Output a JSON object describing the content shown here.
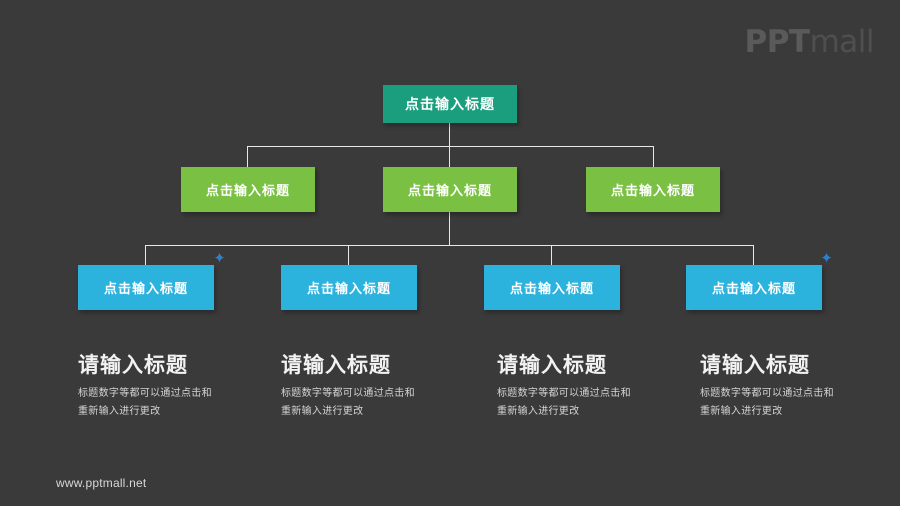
{
  "brand": {
    "logo_bold": "PPT",
    "logo_light": "mall",
    "footer_url": "www.pptmall.net"
  },
  "colors": {
    "background": "#3a3a3a",
    "teal": "#1a9e7e",
    "green": "#7ac143",
    "blue": "#2cb3dd",
    "connector": "#e8e8e8",
    "marker": "#2f7fd0"
  },
  "diagram": {
    "root": {
      "label": "点击输入标题"
    },
    "level2": [
      {
        "label": "点击输入标题"
      },
      {
        "label": "点击输入标题"
      },
      {
        "label": "点击输入标题"
      }
    ],
    "level3": [
      {
        "label": "点击输入标题"
      },
      {
        "label": "点击输入标题"
      },
      {
        "label": "点击输入标题"
      },
      {
        "label": "点击输入标题"
      }
    ],
    "markers": [
      {
        "glyph": "✦"
      },
      {
        "glyph": "✦"
      }
    ]
  },
  "descriptions": [
    {
      "title": "请输入标题",
      "body": "标题数字等都可以通过点击和重新输入进行更改"
    },
    {
      "title": "请输入标题",
      "body": "标题数字等都可以通过点击和重新输入进行更改"
    },
    {
      "title": "请输入标题",
      "body": "标题数字等都可以通过点击和重新输入进行更改"
    },
    {
      "title": "请输入标题",
      "body": "标题数字等都可以通过点击和重新输入进行更改"
    }
  ]
}
